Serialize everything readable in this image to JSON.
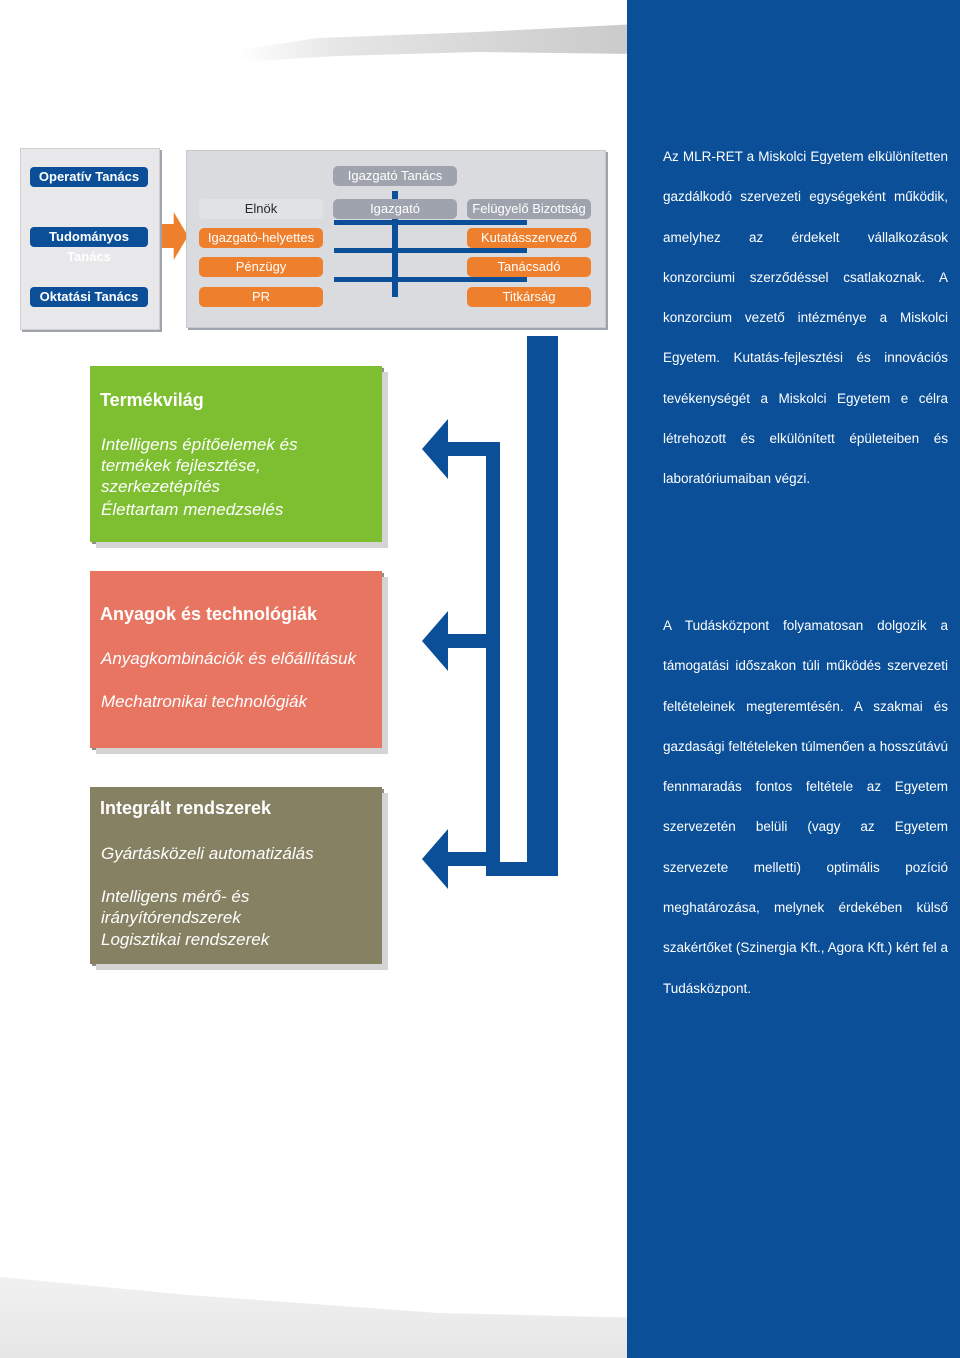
{
  "left_box": {
    "items": [
      "Operatív Tanács",
      "Tudományos Tanács",
      "Oktatási Tanács"
    ]
  },
  "org_chart": {
    "board": "Igazgató Tanács",
    "left_column": [
      "Elnök",
      "Igazgató-helyettes",
      "Pénzügy",
      "PR"
    ],
    "director": "Igazgató",
    "right_column": [
      "Felügyelő Bizottság",
      "Kutatásszervező",
      "Tanácsadó",
      "Titkárság"
    ]
  },
  "blocks": {
    "termekvilag": {
      "title": "Termékvilág",
      "items": [
        "Intelligens építőelemek és termékek fejlesztése, szerkezetépítés",
        "Élettartam menedzselés"
      ]
    },
    "anyagok": {
      "title": "Anyagok és technológiák",
      "items": [
        "Anyagkombinációk és előállításuk",
        "Mechatronikai technológiák"
      ]
    },
    "integralt": {
      "title": "Integrált rendszerek",
      "items": [
        "Gyártásközeli automatizálás",
        "Intelligens mérő- és irányítórendszerek",
        "Logisztikai rendszerek"
      ]
    }
  },
  "right_text": {
    "paragraph1": "Az MLR-RET a Miskolci Egyetem elkülönítetten gazdálkodó szervezeti egységeként működik, amelyhez az érdekelt vállalkozások konzorciumi szerződéssel csatlakoznak. A konzorcium vezető intézménye a Miskolci Egyetem. Kutatás-fejlesztési és innovációs tevékenységét a Miskolci Egyetem e célra létrehozott és elkülönített épületeiben és laboratóriumaiban végzi.",
    "paragraph2": "A Tudásközpont folyamatosan dolgozik a támogatási időszakon túli működés szervezeti feltételeinek megteremtésén. A szakmai és gazdasági feltételeken túlmenően a hosszútávú fennmaradás fontos feltétele az Egyetem szervezetén belüli (vagy az Egyetem szervezete melletti) optimális pozíció meghatározása, melynek érdekében külső szakértőket (Szinergia Kft., Agora Kft.) kért fel a Tudásközpont."
  },
  "colors": {
    "blue": "#0a4f98",
    "orange": "#ee7f2d",
    "green": "#7dbf30",
    "salmon": "#e77562",
    "olive": "#868162"
  }
}
